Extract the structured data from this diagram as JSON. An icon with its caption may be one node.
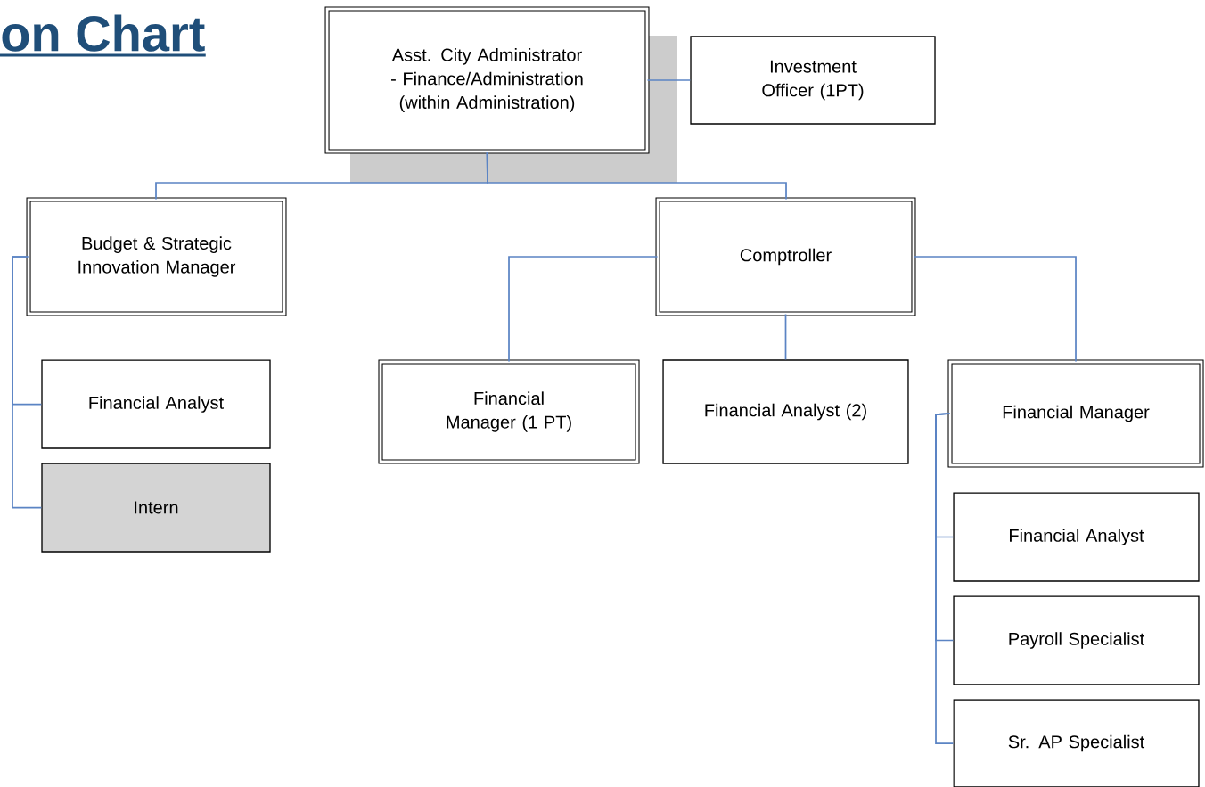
{
  "diagram": {
    "title": "on Chart",
    "nodes": [
      {
        "text": [
          "Asst. City Administrator - Finance/Administration (within Administration)"
        ]
      },
      {
        "text": [
          "Investment Officer (1PT)"
        ]
      },
      {
        "text": [
          "Budget & Strategic Innovation Manager"
        ]
      },
      {
        "text": [
          "Financial Analyst"
        ]
      },
      {
        "text": [
          "Intern"
        ]
      },
      {
        "text": [
          "Comptroller"
        ]
      },
      {
        "text": [
          "Financial Manager (1 PT)"
        ]
      },
      {
        "text": [
          "Financial Analyst (2)"
        ]
      },
      {
        "text": [
          "Financial Manager"
        ]
      },
      {
        "text": [
          "Financial Analyst"
        ]
      },
      {
        "text": [
          "Payroll Specialist"
        ]
      },
      {
        "text": [
          "Sr. AP Specialist"
        ]
      }
    ],
    "edges": [
      {
        "from": 0,
        "to": 1,
        "arrow": "none"
      },
      {
        "from": 0,
        "to": 2,
        "arrow": "none"
      },
      {
        "from": 0,
        "to": 5,
        "arrow": "none"
      },
      {
        "from": 2,
        "to": 3,
        "arrow": "none"
      },
      {
        "from": 2,
        "to": 4,
        "arrow": "none"
      },
      {
        "from": 5,
        "to": 6,
        "arrow": "none"
      },
      {
        "from": 5,
        "to": 7,
        "arrow": "none"
      },
      {
        "from": 5,
        "to": 8,
        "arrow": "none"
      },
      {
        "from": 8,
        "to": 9,
        "arrow": "none"
      },
      {
        "from": 8,
        "to": 10,
        "arrow": "none"
      },
      {
        "from": 8,
        "to": 11,
        "arrow": "none"
      }
    ]
  }
}
